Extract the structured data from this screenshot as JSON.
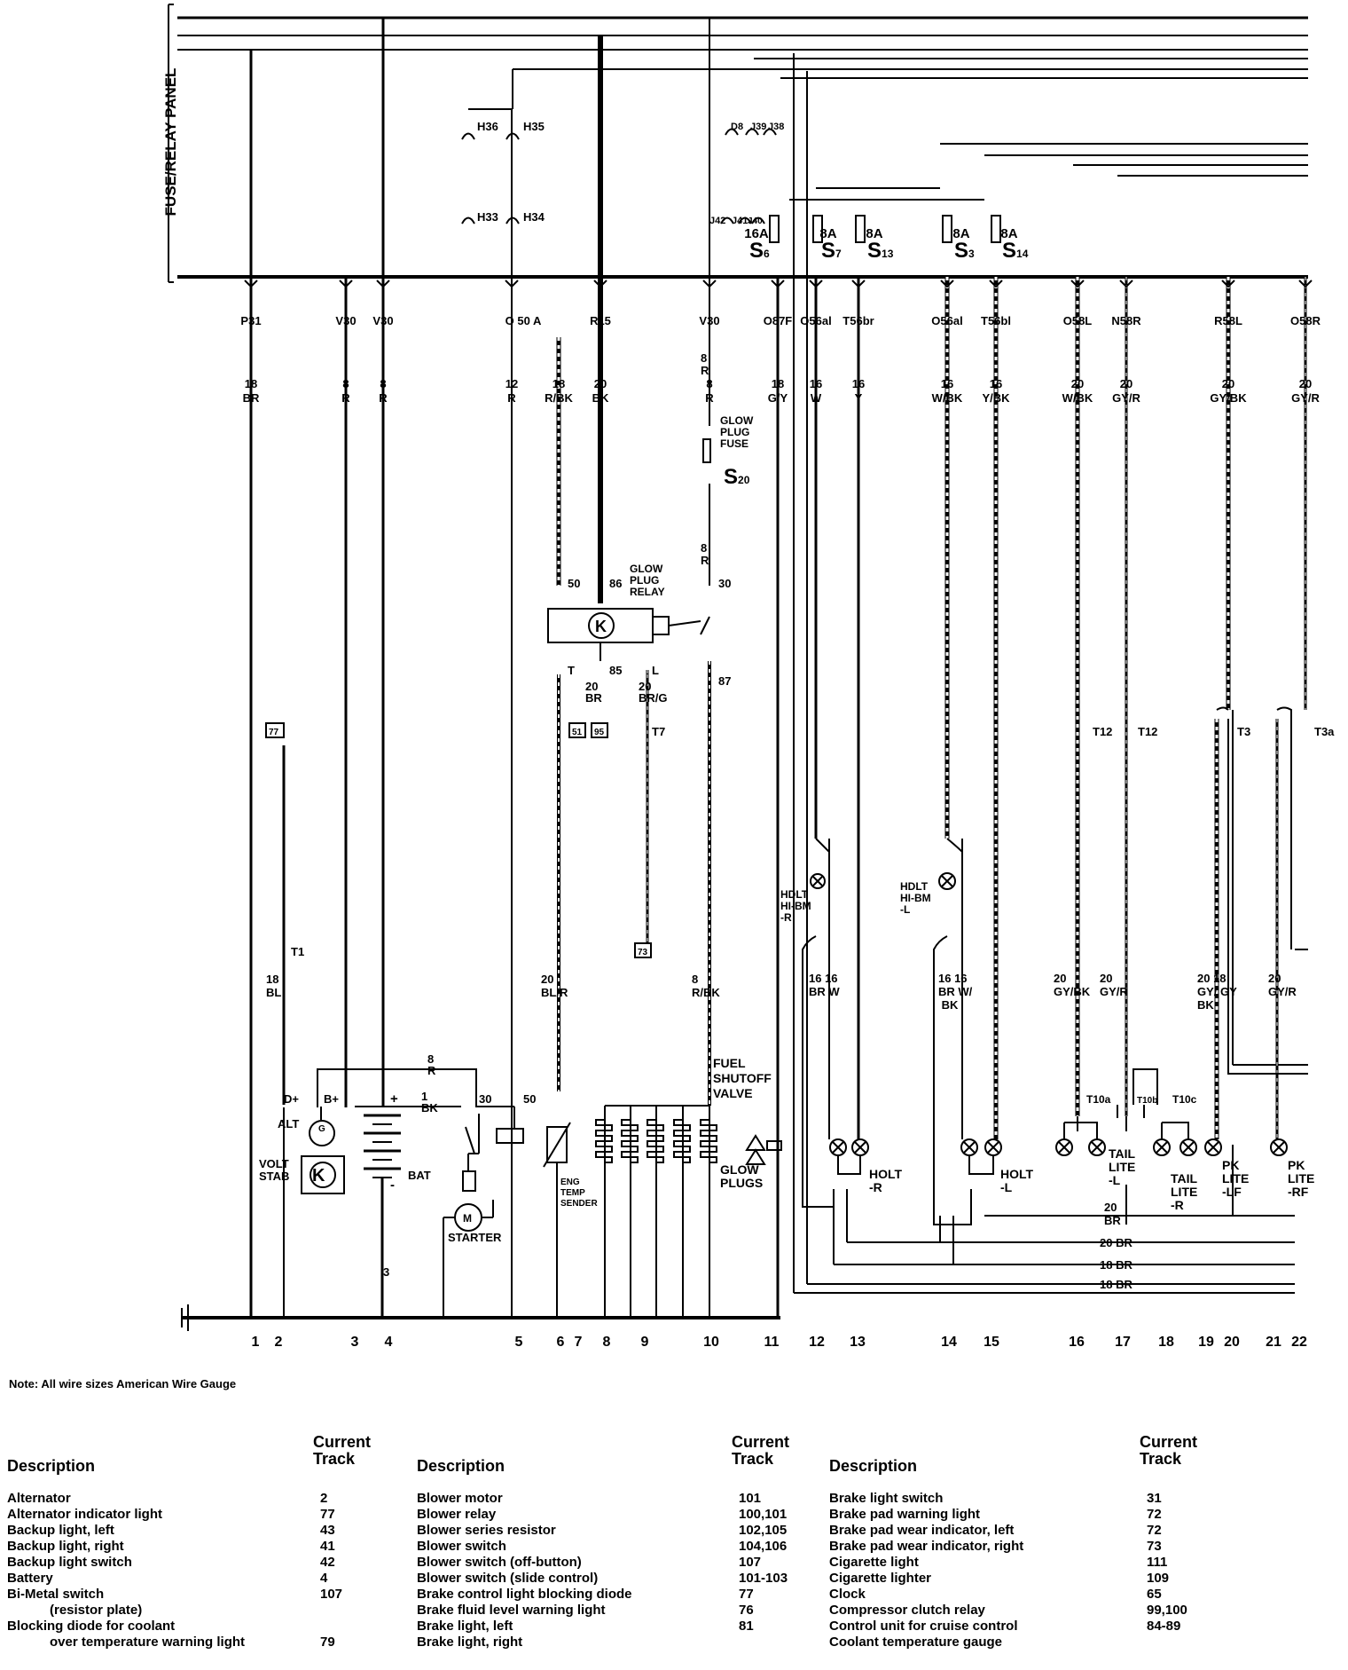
{
  "panel_label": "FUSE/RELAY PANEL",
  "connectors_top": [
    "H36",
    "H35",
    "H33",
    "H34",
    "J42",
    "J41",
    "J40",
    "D8",
    "J39",
    "J38"
  ],
  "terminal_labels": [
    "P31",
    "V30",
    "V30",
    "O 50 A",
    "R15",
    "V30",
    "O87F",
    "O56al",
    "T56br",
    "O56al",
    "T56bl",
    "O58L",
    "N58R",
    "R58L",
    "O58R"
  ],
  "wire_specs": [
    {
      "gauge": "18",
      "color": "BR"
    },
    {
      "gauge": "8",
      "color": "R"
    },
    {
      "gauge": "8",
      "color": "R"
    },
    {
      "gauge": "12",
      "color": "R"
    },
    {
      "gauge": "18",
      "color": "R/BK"
    },
    {
      "gauge": "20",
      "color": "BK"
    },
    {
      "gauge": "8",
      "color": "R"
    },
    {
      "gauge": "18",
      "color": "G/Y"
    },
    {
      "gauge": "16",
      "color": "W"
    },
    {
      "gauge": "16",
      "color": "Y"
    },
    {
      "gauge": "16",
      "color": "W/BK"
    },
    {
      "gauge": "16",
      "color": "Y/BK"
    },
    {
      "gauge": "20",
      "color": "W/BK"
    },
    {
      "gauge": "20",
      "color": "GY/R"
    },
    {
      "gauge": "20",
      "color": "GY/BK"
    },
    {
      "gauge": "20",
      "color": "GY/R"
    }
  ],
  "fuses": [
    {
      "amps": "16A",
      "name": "S",
      "sub": "6"
    },
    {
      "amps": "8A",
      "name": "S",
      "sub": "7"
    },
    {
      "amps": "8A",
      "name": "S",
      "sub": "13"
    },
    {
      "amps": "8A",
      "name": "S",
      "sub": "3"
    },
    {
      "amps": "8A",
      "name": "S",
      "sub": "14"
    }
  ],
  "component_labels": {
    "glow_plug_fuse": "GLOW PLUG FUSE",
    "s20_name": "S",
    "s20_sub": "20",
    "glow_plug_relay": "GLOW PLUG RELAY",
    "relay_pin_50": "50",
    "relay_pin_86": "86",
    "relay_pin_30": "30",
    "relay_pin_t": "T",
    "relay_pin_85": "85",
    "relay_pin_l": "L",
    "relay_pin_87": "87",
    "relay_k": "K",
    "box_51": "51",
    "box_95": "95",
    "box_73": "73",
    "box_77": "77",
    "t7": "T7",
    "t1": "T1",
    "t12a": "T12",
    "t12b": "T12",
    "t3": "T3",
    "t3a": "T3a",
    "t10a": "T10a",
    "t10b": "T10b",
    "t10c": "T10c",
    "hdlt_r": "HDLT HI-BM -R",
    "hdlt_l": "HDLT HI-BM -L",
    "holt_r": "HOLT -R",
    "holt_l": "HOLT -L",
    "tail_l": "TAIL LITE -L",
    "tail_r": "TAIL LITE -R",
    "pk_lf": "PK LITE -LF",
    "pk_rf": "PK LITE -RF",
    "fuel_shutoff": "FUEL SHUTOFF VALVE",
    "glow_plugs": "GLOW PLUGS",
    "eng_temp": "ENG TEMP SENDER",
    "starter": "STARTER",
    "starter_m": "M",
    "bat": "BAT",
    "alt": "ALT",
    "alt_g": "G",
    "volt_stab": "VOLT STAB",
    "volt_stab_k": "K",
    "d_plus": "D+",
    "b_plus": "B+",
    "bat_plus": "+",
    "bat_minus": "-",
    "pin_30": "30",
    "pin_50": "50",
    "wire_8r": "8 R",
    "wire_1bk": "1 BK",
    "wire_18bl": "18 BL",
    "wire_3": "3",
    "wire_20blr": "20 BL/R",
    "wire_8rbk": "8 R/BK",
    "wire_8r_upper": "8 R",
    "wire_8r_lower": "8 R",
    "wire_20br_relay": "20 BR",
    "wire_20brg": "20 BR/G",
    "wire_16br_r": "16 BR",
    "wire_16w_r": "16 W",
    "wire_16br_l": "16 BR",
    "wire_16wbk_l": "16 W/ BK",
    "wire_20gybk": "20 GY/BK",
    "wire_20gyr": "20 GY/R",
    "wire_20gybk2": "20 GY/ BK",
    "wire_18gy": "18 GY",
    "wire_20gyr2": "20 GY/R",
    "wire_20br_tail": "20 BR",
    "bus_20br": "20 BR",
    "bus_18br_1": "18 BR",
    "bus_18br_2": "18 BR"
  },
  "track_numbers": [
    "1",
    "2",
    "3",
    "4",
    "5",
    "6",
    "7",
    "8",
    "9",
    "10",
    "11",
    "12",
    "13",
    "14",
    "15",
    "16",
    "17",
    "18",
    "19",
    "20",
    "21",
    "22"
  ],
  "note": "Note: All wire sizes American Wire Gauge",
  "legend": {
    "col_desc_header": "Description",
    "col_track_header": "Current Track",
    "columns": [
      [
        {
          "d": "Alternator",
          "t": "2"
        },
        {
          "d": "Alternator indicator light",
          "t": "77"
        },
        {
          "d": "Backup light, left",
          "t": "43"
        },
        {
          "d": "Backup light, right",
          "t": "41"
        },
        {
          "d": "Backup light switch",
          "t": "42"
        },
        {
          "d": "Battery",
          "t": "4"
        },
        {
          "d": "Bi-Metal switch",
          "t": "107"
        },
        {
          "d": "      (resistor plate)",
          "t": ""
        },
        {
          "d": "Blocking diode for coolant",
          "t": ""
        },
        {
          "d": "      over temperature warning light",
          "t": "79"
        }
      ],
      [
        {
          "d": "Blower motor",
          "t": "101"
        },
        {
          "d": "Blower relay",
          "t": "100,101"
        },
        {
          "d": "Blower series resistor",
          "t": "102,105"
        },
        {
          "d": "Blower switch",
          "t": "104,106"
        },
        {
          "d": "Blower switch (off-button)",
          "t": "107"
        },
        {
          "d": "Blower switch (slide control)",
          "t": "101-103"
        },
        {
          "d": "Brake control light blocking diode",
          "t": "77"
        },
        {
          "d": "Brake fluid level warning light",
          "t": "76"
        },
        {
          "d": "Brake light, left",
          "t": "81"
        },
        {
          "d": "Brake light, right",
          "t": ""
        }
      ],
      [
        {
          "d": "Brake light switch",
          "t": "31"
        },
        {
          "d": "Brake pad warning light",
          "t": "72"
        },
        {
          "d": "Brake pad wear indicator, left",
          "t": "72"
        },
        {
          "d": "Brake pad wear indicator, right",
          "t": "73"
        },
        {
          "d": "Cigarette light",
          "t": "111"
        },
        {
          "d": "Cigarette lighter",
          "t": "109"
        },
        {
          "d": "Clock",
          "t": "65"
        },
        {
          "d": "Compressor clutch relay",
          "t": "99,100"
        },
        {
          "d": "Control unit for cruise control",
          "t": "84-89"
        },
        {
          "d": "Coolant temperature gauge",
          "t": ""
        }
      ]
    ]
  }
}
